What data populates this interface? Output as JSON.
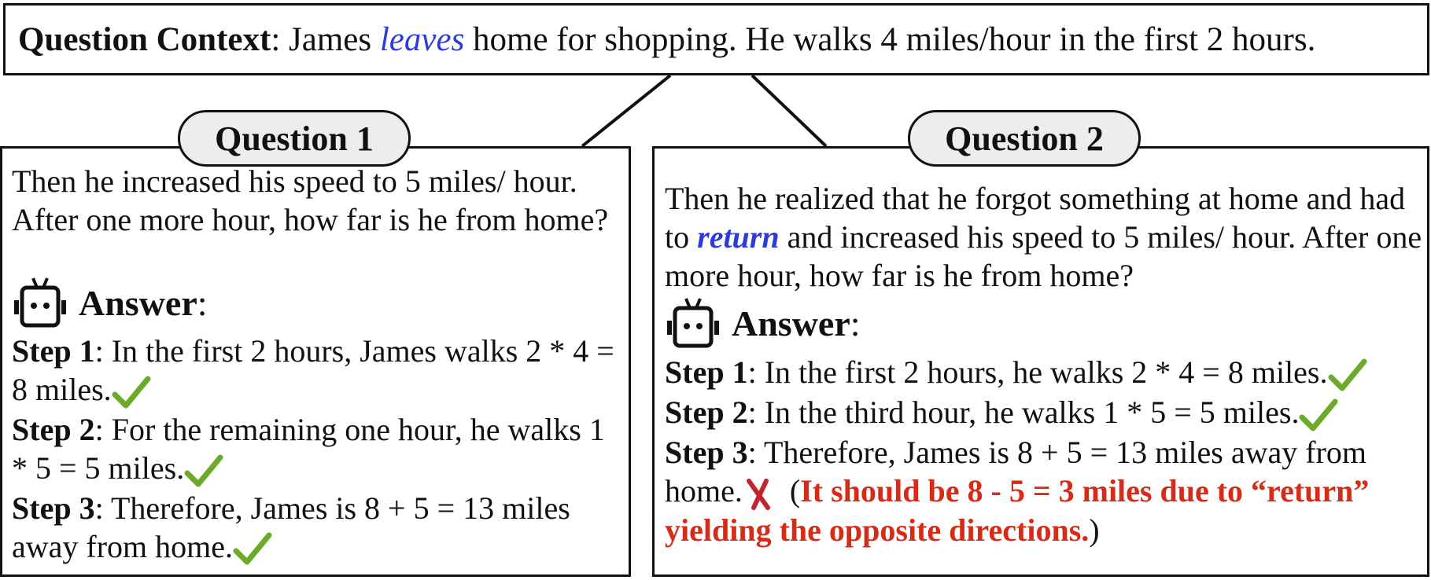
{
  "context": {
    "label": "Question Context",
    "sep": ": ",
    "pre": "James ",
    "keyword": "leaves",
    "post": " home for shopping.  He walks 4 miles/hour in the first 2 hours."
  },
  "q1": {
    "title": "Question 1",
    "text": "Then he increased his speed to 5 miles/ hour. After one more hour, how far is he from home?",
    "answer_label": "Answer",
    "answer_colon": ":",
    "steps": [
      {
        "label": "Step 1",
        "text": ": In the first 2 hours, James walks 2 * 4 = 8 miles.",
        "mark": "check"
      },
      {
        "label": "Step 2",
        "text": ": For the remaining one hour, he walks 1 * 5 = 5 miles.",
        "mark": "check"
      },
      {
        "label": "Step 3",
        "text": ": Therefore, James is 8 + 5 = 13 miles away from home.",
        "mark": "check"
      }
    ]
  },
  "q2": {
    "title": "Question 2",
    "text_pre": "Then he realized that he forgot something at home and had to ",
    "keyword": "return",
    "text_post": " and increased his speed to 5 miles/ hour. After one more hour, how far is he from home?",
    "answer_label": "Answer",
    "answer_colon": ":",
    "steps": [
      {
        "label": "Step 1",
        "text": ": In the first 2 hours, he walks 2 * 4 = 8 miles.",
        "mark": "check"
      },
      {
        "label": "Step 2",
        "text": ": In the third hour, he walks 1 * 5 = 5 miles.",
        "mark": "check"
      },
      {
        "label": "Step 3",
        "text": ": Therefore, James is 8 + 5 = 13 miles away from home.",
        "mark": "cross"
      }
    ],
    "correction_open": "(",
    "correction": "It should be 8 - 5 = 3 miles due to “return” yielding the opposite directions.",
    "correction_close": ")"
  },
  "colors": {
    "keyword": "#2b3bdc",
    "correction": "#d62b17",
    "check": "#6aab2a",
    "cross": "#c0262c",
    "pill": "#ededed"
  },
  "icons": [
    "robot-icon",
    "check-icon",
    "cross-icon"
  ]
}
